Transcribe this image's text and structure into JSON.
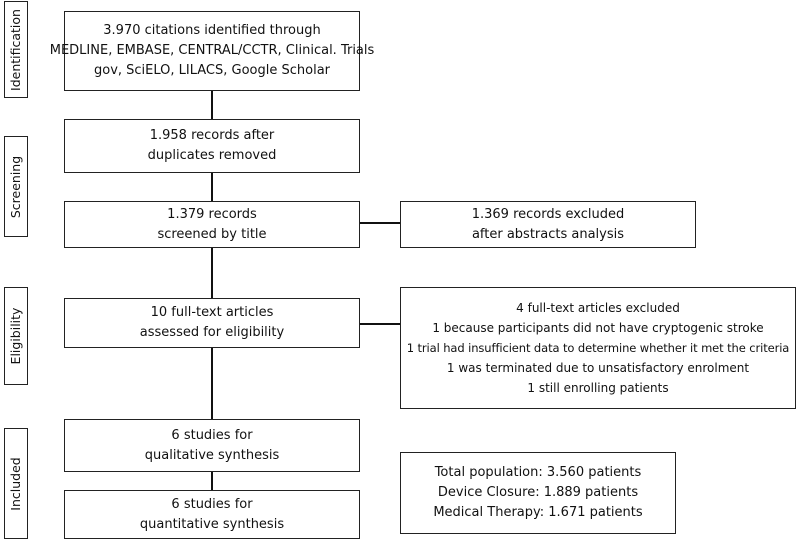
{
  "stages": [
    {
      "id": "identification",
      "label": "Identification"
    },
    {
      "id": "screening",
      "label": "Screening"
    },
    {
      "id": "eligibility",
      "label": "Eligibility"
    },
    {
      "id": "included",
      "label": "Included"
    }
  ],
  "boxes": {
    "identified": {
      "lines": [
        "3.970 citations identified through",
        "MEDLINE, EMBASE, CENTRAL/CCTR, Clinical. Trials",
        "gov, SciELO, LILACS, Google Scholar"
      ]
    },
    "duplicates_removed": {
      "lines": [
        "1.958 records after",
        "duplicates removed"
      ]
    },
    "screened": {
      "lines": [
        "1.379 records",
        "screened by title"
      ]
    },
    "excluded_abstracts": {
      "lines": [
        "1.369 records excluded",
        "after abstracts analysis"
      ]
    },
    "fulltext_assessed": {
      "lines": [
        "10 full-text articles",
        "assessed for eligibility"
      ]
    },
    "fulltext_excluded": {
      "lines": [
        "4 full-text articles excluded",
        "1 because participants did not have cryptogenic stroke",
        "1 trial had insufficient data to determine whether it met the criteria",
        "1 was terminated due to unsatisfactory enrolment",
        "1 still enrolling patients"
      ]
    },
    "qualitative": {
      "lines": [
        "6 studies for",
        "qualitative synthesis"
      ]
    },
    "quantitative": {
      "lines": [
        "6 studies for",
        "quantitative synthesis"
      ]
    },
    "population": {
      "lines": [
        "Total population: 3.560 patients",
        "Device Closure: 1.889 patients",
        "Medical Therapy: 1.671 patients"
      ]
    }
  }
}
